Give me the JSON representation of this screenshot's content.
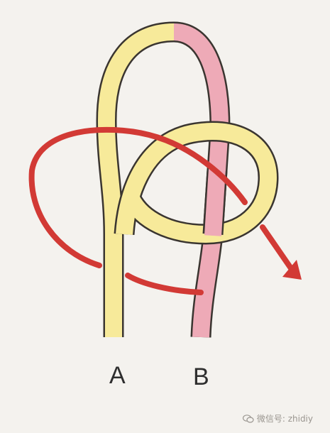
{
  "labels": {
    "end_a": "A",
    "end_b": "B"
  },
  "watermark": {
    "text": "微信号: zhidiy"
  },
  "colors": {
    "background": "#f4f2ee",
    "cord_a": "#f7ea9a",
    "cord_b": "#eeaab7",
    "cord_outline": "#3a3530",
    "guide_arrow": "#d23a35"
  },
  "icons": {
    "watermark": "wechat-icon",
    "arrowhead": "arrowhead-icon"
  }
}
